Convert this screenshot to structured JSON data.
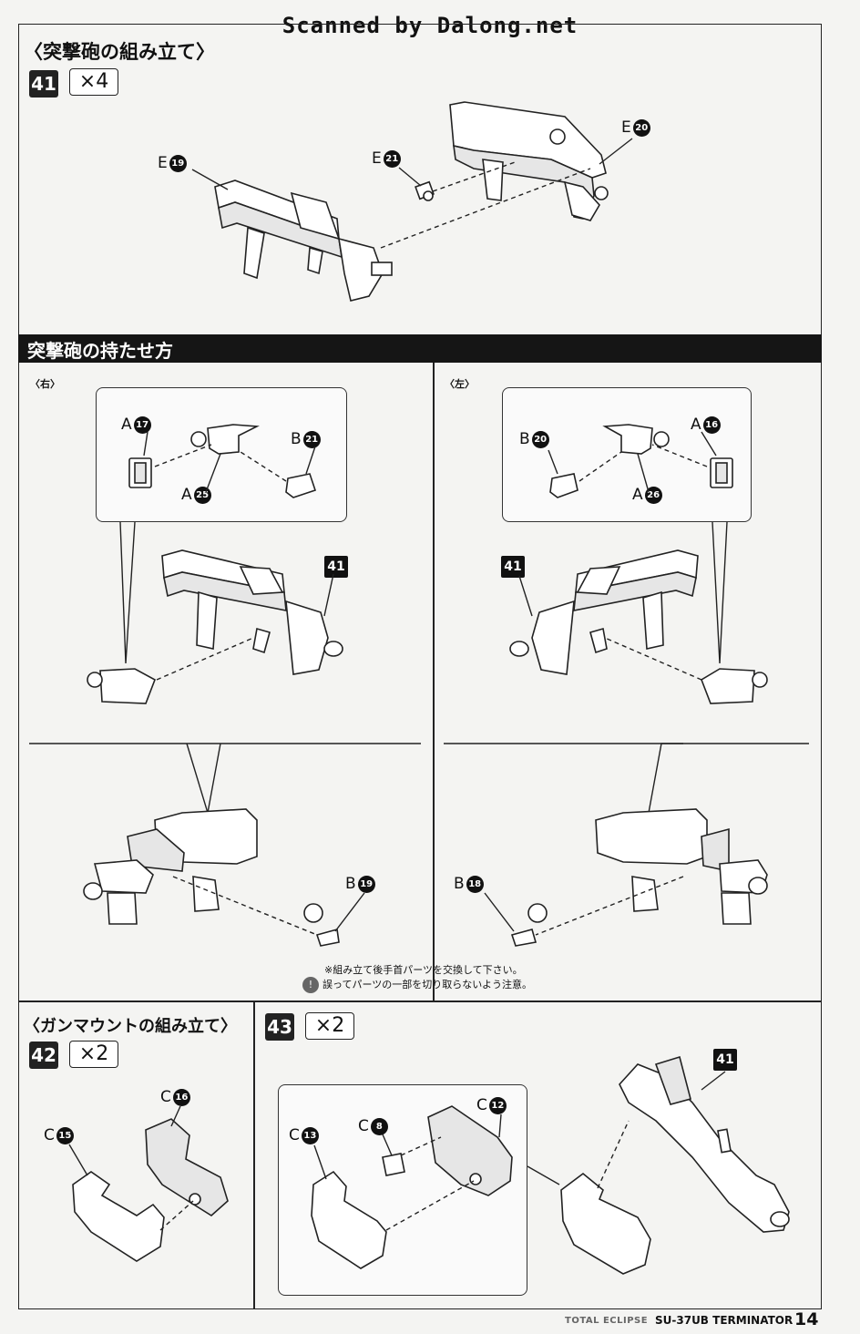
{
  "header": {
    "scanned": "Scanned by Dalong.net"
  },
  "assault_cannon": {
    "title": "〈突撃砲の組み立て〉",
    "step": {
      "number": "41",
      "multiplier": "×4"
    },
    "callouts": [
      {
        "letter": "E",
        "num": "19"
      },
      {
        "letter": "E",
        "num": "21"
      },
      {
        "letter": "E",
        "num": "20"
      }
    ]
  },
  "holding": {
    "title": "突撃砲の持たせ方",
    "right": {
      "label": "〈右〉",
      "callouts": [
        {
          "letter": "A",
          "num": "17"
        },
        {
          "letter": "B",
          "num": "21"
        },
        {
          "letter": "A",
          "num": "25"
        }
      ],
      "ref_tag": "41",
      "lower_callout": {
        "letter": "B",
        "num": "19"
      }
    },
    "left": {
      "label": "〈左〉",
      "callouts": [
        {
          "letter": "B",
          "num": "20"
        },
        {
          "letter": "A",
          "num": "16"
        },
        {
          "letter": "A",
          "num": "26"
        }
      ],
      "ref_tag": "41",
      "lower_callout": {
        "letter": "B",
        "num": "18"
      }
    },
    "notes": [
      "※組み立て後手首パーツを交換して下さい。",
      "誤ってパーツの一部を切り取らないよう注意。"
    ]
  },
  "gun_mount": {
    "title": "〈ガンマウントの組み立て〉",
    "step42": {
      "number": "42",
      "multiplier": "×2",
      "callouts": [
        {
          "letter": "C",
          "num": "16"
        },
        {
          "letter": "C",
          "num": "15"
        }
      ]
    },
    "step43": {
      "number": "43",
      "multiplier": "×2",
      "callouts": [
        {
          "letter": "C",
          "num": "13"
        },
        {
          "letter": "C",
          "num": "8"
        },
        {
          "letter": "C",
          "num": "12"
        }
      ],
      "ref_tag": "41"
    }
  },
  "footer": {
    "brand": "TOTAL ECLIPSE",
    "model": "SU-37UB TERMINATOR",
    "page": "14"
  }
}
